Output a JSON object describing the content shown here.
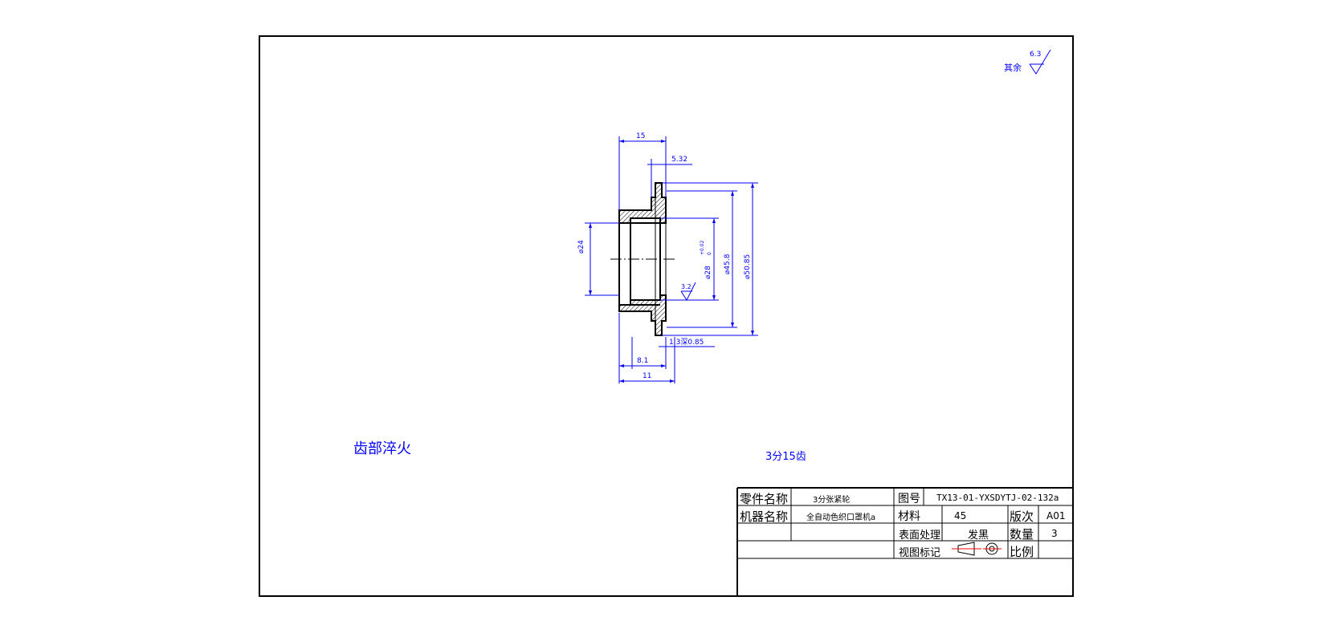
{
  "drawing": {
    "surface_finish_general": {
      "label": "其余",
      "value": "6.3"
    },
    "dimensions": {
      "width_15": "15",
      "width_5_32": "5.32",
      "dia_24": "⌀24",
      "dia_28": "⌀28",
      "dia_28_tol_upper": "+0.02",
      "dia_28_tol_lower": "0",
      "dia_45_8": "⌀45.8",
      "dia_50_85": "⌀50.85",
      "groove": "1.3深0.85",
      "width_8_1": "8.1",
      "width_11": "11",
      "roughness_local": "3.2"
    },
    "notes": {
      "heat_treatment": "齿部淬火",
      "teeth": "3分15齿"
    }
  },
  "title_block": {
    "part_name_label": "零件名称",
    "part_name_value": "3分张紧轮",
    "drawing_no_label": "图号",
    "drawing_no_value": "TX13-01-YXSDYTJ-02-132a",
    "machine_name_label": "机器名称",
    "machine_name_value": "全自动色织口罩机a",
    "material_label": "材料",
    "material_value": "45",
    "version_label": "版次",
    "version_value": "A01",
    "surface_label": "表面处理",
    "surface_value": "发黑",
    "quantity_label": "数量",
    "quantity_value": "3",
    "view_label": "视图标记",
    "scale_label": "比例",
    "scale_value": ""
  },
  "colors": {
    "dimension": "#0000ff",
    "outline": "#000000",
    "centerline": "#000000"
  }
}
